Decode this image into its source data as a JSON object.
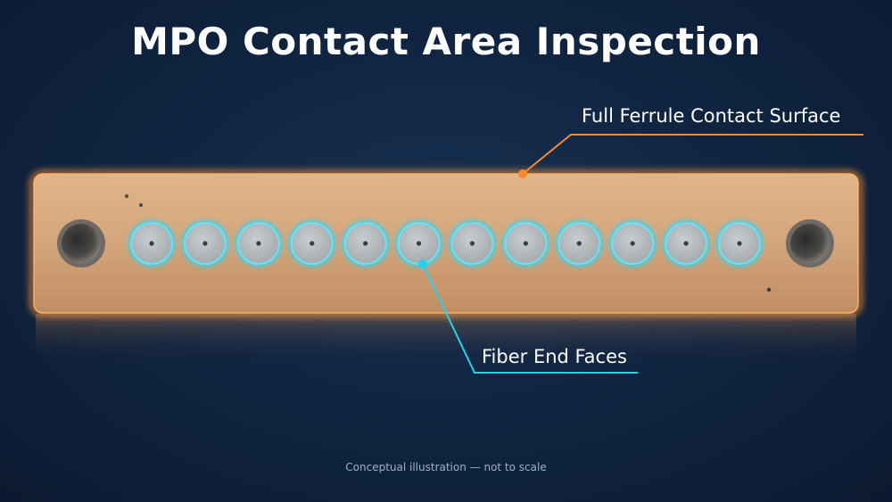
{
  "title": "MPO Contact Area Inspection",
  "labels": {
    "ferrule_surface": "Full Ferrule Contact Surface",
    "fiber_end_faces": "Fiber End Faces"
  },
  "footer": "Conceptual illustration — not to scale",
  "fiber_count": 12,
  "guide_hole_count": 2,
  "colors": {
    "background": "#102542",
    "ferrule": "#d7a77c",
    "ferrule_glow": "#ff9a3c",
    "fiber_glow": "#2fd6f5",
    "fiber_face": "#aeb3b5",
    "ferrule_leader": "#ff8a2a",
    "fiber_leader": "#22d3ee"
  }
}
